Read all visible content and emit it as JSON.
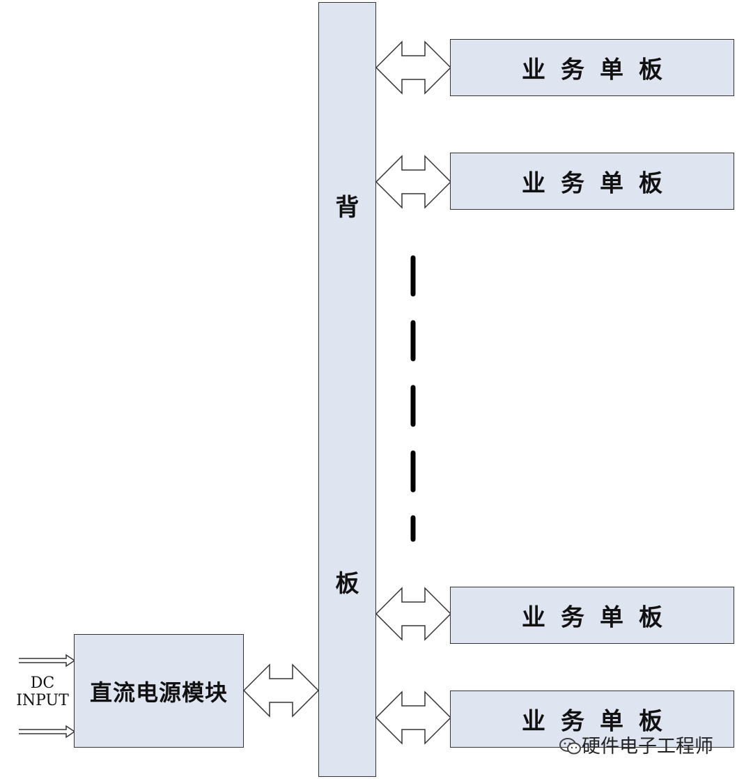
{
  "backplane": {
    "label_top": "背",
    "label_bottom": "板"
  },
  "boards": [
    {
      "label": "业务单板"
    },
    {
      "label": "业务单板"
    },
    {
      "label": "业务单板"
    },
    {
      "label": "业务单板"
    }
  ],
  "power_module": {
    "label": "直流电源模块"
  },
  "dc_input": {
    "line1": "DC",
    "line2": "INPUT"
  },
  "watermark": {
    "text": "硬件电子工程师",
    "icon": "wechat-icon"
  },
  "colors": {
    "box_fill": "#dfe4f1",
    "outline": "#333333",
    "dash": "#000000"
  }
}
